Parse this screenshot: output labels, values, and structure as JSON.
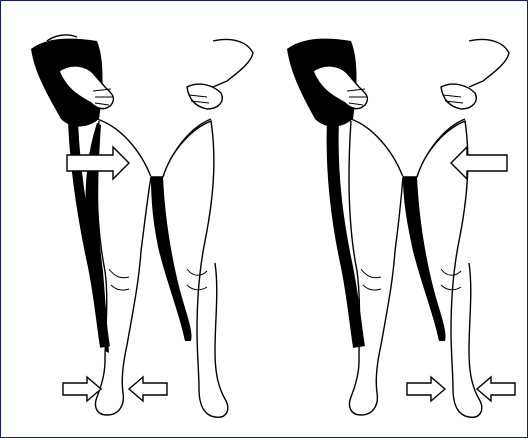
{
  "figure": {
    "frame_color": "#1b1f6b",
    "ink_color": "#000000",
    "paper_color": "#ffffff",
    "panels": [
      {
        "id": "left",
        "arrow_directions": [
          "right",
          "right",
          "left"
        ]
      },
      {
        "id": "right",
        "arrow_directions": [
          "left",
          "right",
          "left"
        ]
      }
    ]
  }
}
